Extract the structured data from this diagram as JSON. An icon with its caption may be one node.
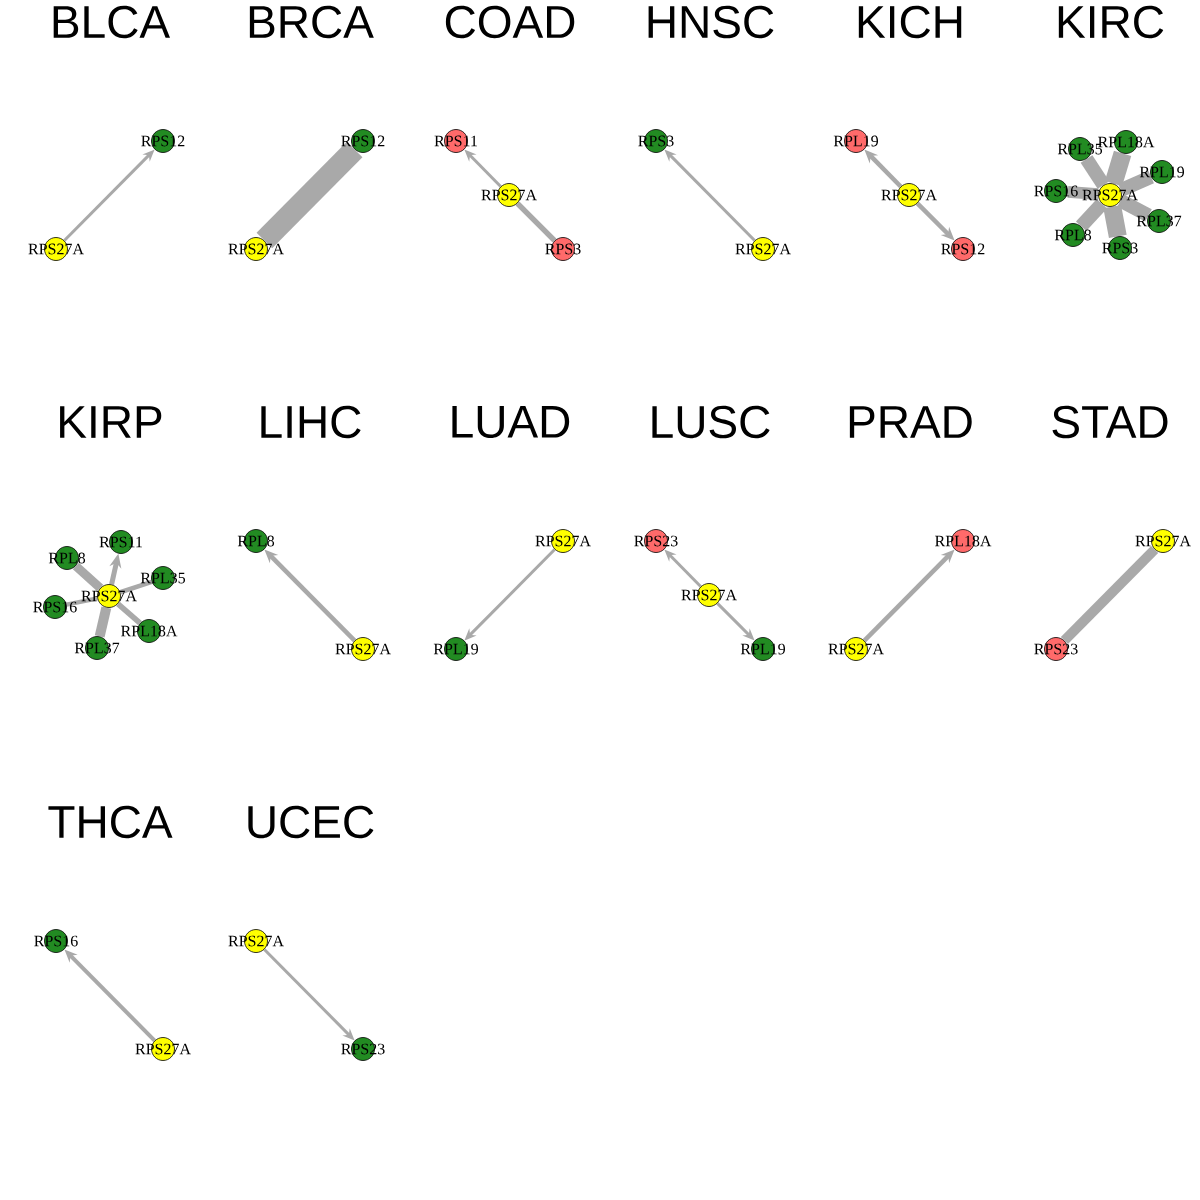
{
  "diagram": {
    "nodes": [
      {
        "text": [
          "RPS12"
        ]
      },
      {
        "text": [
          "RPS27A"
        ]
      },
      {
        "text": [
          "RPS12"
        ]
      },
      {
        "text": [
          "RPS27A"
        ]
      },
      {
        "text": [
          "RPS11"
        ]
      },
      {
        "text": [
          "RPS27A"
        ]
      },
      {
        "text": [
          "RPS3"
        ]
      },
      {
        "text": [
          "RPS3"
        ]
      },
      {
        "text": [
          "RPS27A"
        ]
      },
      {
        "text": [
          "RPL19"
        ]
      },
      {
        "text": [
          "RPS27A"
        ]
      },
      {
        "text": [
          "RPS12"
        ]
      },
      {
        "text": [
          "RPL35"
        ]
      },
      {
        "text": [
          "RPL18A"
        ]
      },
      {
        "text": [
          "RPL19"
        ]
      },
      {
        "text": [
          "RPS16"
        ]
      },
      {
        "text": [
          "RPS27A"
        ]
      },
      {
        "text": [
          "RPL37"
        ]
      },
      {
        "text": [
          "RPL8"
        ]
      },
      {
        "text": [
          "RPS3"
        ]
      },
      {
        "text": [
          "RPS11"
        ]
      },
      {
        "text": [
          "RPL8"
        ]
      },
      {
        "text": [
          "RPL35"
        ]
      },
      {
        "text": [
          "RPS27A"
        ]
      },
      {
        "text": [
          "RPS16"
        ]
      },
      {
        "text": [
          "RPL18A"
        ]
      },
      {
        "text": [
          "RPL37"
        ]
      },
      {
        "text": [
          "RPL8"
        ]
      },
      {
        "text": [
          "RPS27A"
        ]
      },
      {
        "text": [
          "RPS27A"
        ]
      },
      {
        "text": [
          "RPL19"
        ]
      },
      {
        "text": [
          "RPS23"
        ]
      },
      {
        "text": [
          "RPS27A"
        ]
      },
      {
        "text": [
          "RPL19"
        ]
      },
      {
        "text": [
          "RPL18A"
        ]
      },
      {
        "text": [
          "RPS27A"
        ]
      },
      {
        "text": [
          "RPS27A"
        ]
      },
      {
        "text": [
          "RPS23"
        ]
      },
      {
        "text": [
          "RPS16"
        ]
      },
      {
        "text": [
          "RPS27A"
        ]
      },
      {
        "text": [
          "RPS27A"
        ]
      },
      {
        "text": [
          "RPS23"
        ]
      }
    ],
    "edges": [
      {
        "from": 1,
        "to": 0,
        "arrow": "to"
      },
      {
        "from": 3,
        "to": 2,
        "arrow": "none",
        "style": "thick"
      },
      {
        "from": 5,
        "to": 4,
        "arrow": "to"
      },
      {
        "from": 5,
        "to": 6,
        "arrow": "none"
      },
      {
        "from": 8,
        "to": 7,
        "arrow": "to"
      },
      {
        "from": 10,
        "to": 9,
        "arrow": "to"
      },
      {
        "from": 10,
        "to": 11,
        "arrow": "to"
      },
      {
        "from": 16,
        "to": 12,
        "arrow": "none",
        "style": "thick"
      },
      {
        "from": 16,
        "to": 13,
        "arrow": "none",
        "style": "thick"
      },
      {
        "from": 16,
        "to": 14,
        "arrow": "none",
        "style": "thick"
      },
      {
        "from": 16,
        "to": 15,
        "arrow": "none",
        "style": "thick"
      },
      {
        "from": 16,
        "to": 17,
        "arrow": "none",
        "style": "thick"
      },
      {
        "from": 16,
        "to": 18,
        "arrow": "none",
        "style": "thick"
      },
      {
        "from": 16,
        "to": 19,
        "arrow": "none",
        "style": "thick"
      },
      {
        "from": 23,
        "to": 20,
        "arrow": "to"
      },
      {
        "from": 23,
        "to": 21,
        "arrow": "none",
        "style": "thick"
      },
      {
        "from": 23,
        "to": 22,
        "arrow": "none"
      },
      {
        "from": 23,
        "to": 24,
        "arrow": "none"
      },
      {
        "from": 23,
        "to": 25,
        "arrow": "none"
      },
      {
        "from": 23,
        "to": 26,
        "arrow": "none",
        "style": "thick"
      },
      {
        "from": 28,
        "to": 27,
        "arrow": "to"
      },
      {
        "from": 29,
        "to": 30,
        "arrow": "to"
      },
      {
        "from": 32,
        "to": 31,
        "arrow": "to"
      },
      {
        "from": 32,
        "to": 33,
        "arrow": "to"
      },
      {
        "from": 35,
        "to": 34,
        "arrow": "to"
      },
      {
        "from": 36,
        "to": 37,
        "arrow": "none",
        "style": "thick"
      },
      {
        "from": 39,
        "to": 38,
        "arrow": "to"
      },
      {
        "from": 40,
        "to": 41,
        "arrow": "to"
      }
    ],
    "labels": [
      "BLCA",
      "BRCA",
      "COAD",
      "HNSC",
      "KICH",
      "KIRC",
      "KIRP",
      "LIHC",
      "LUAD",
      "LUSC",
      "PRAD",
      "STAD",
      "THCA",
      "UCEC"
    ]
  }
}
